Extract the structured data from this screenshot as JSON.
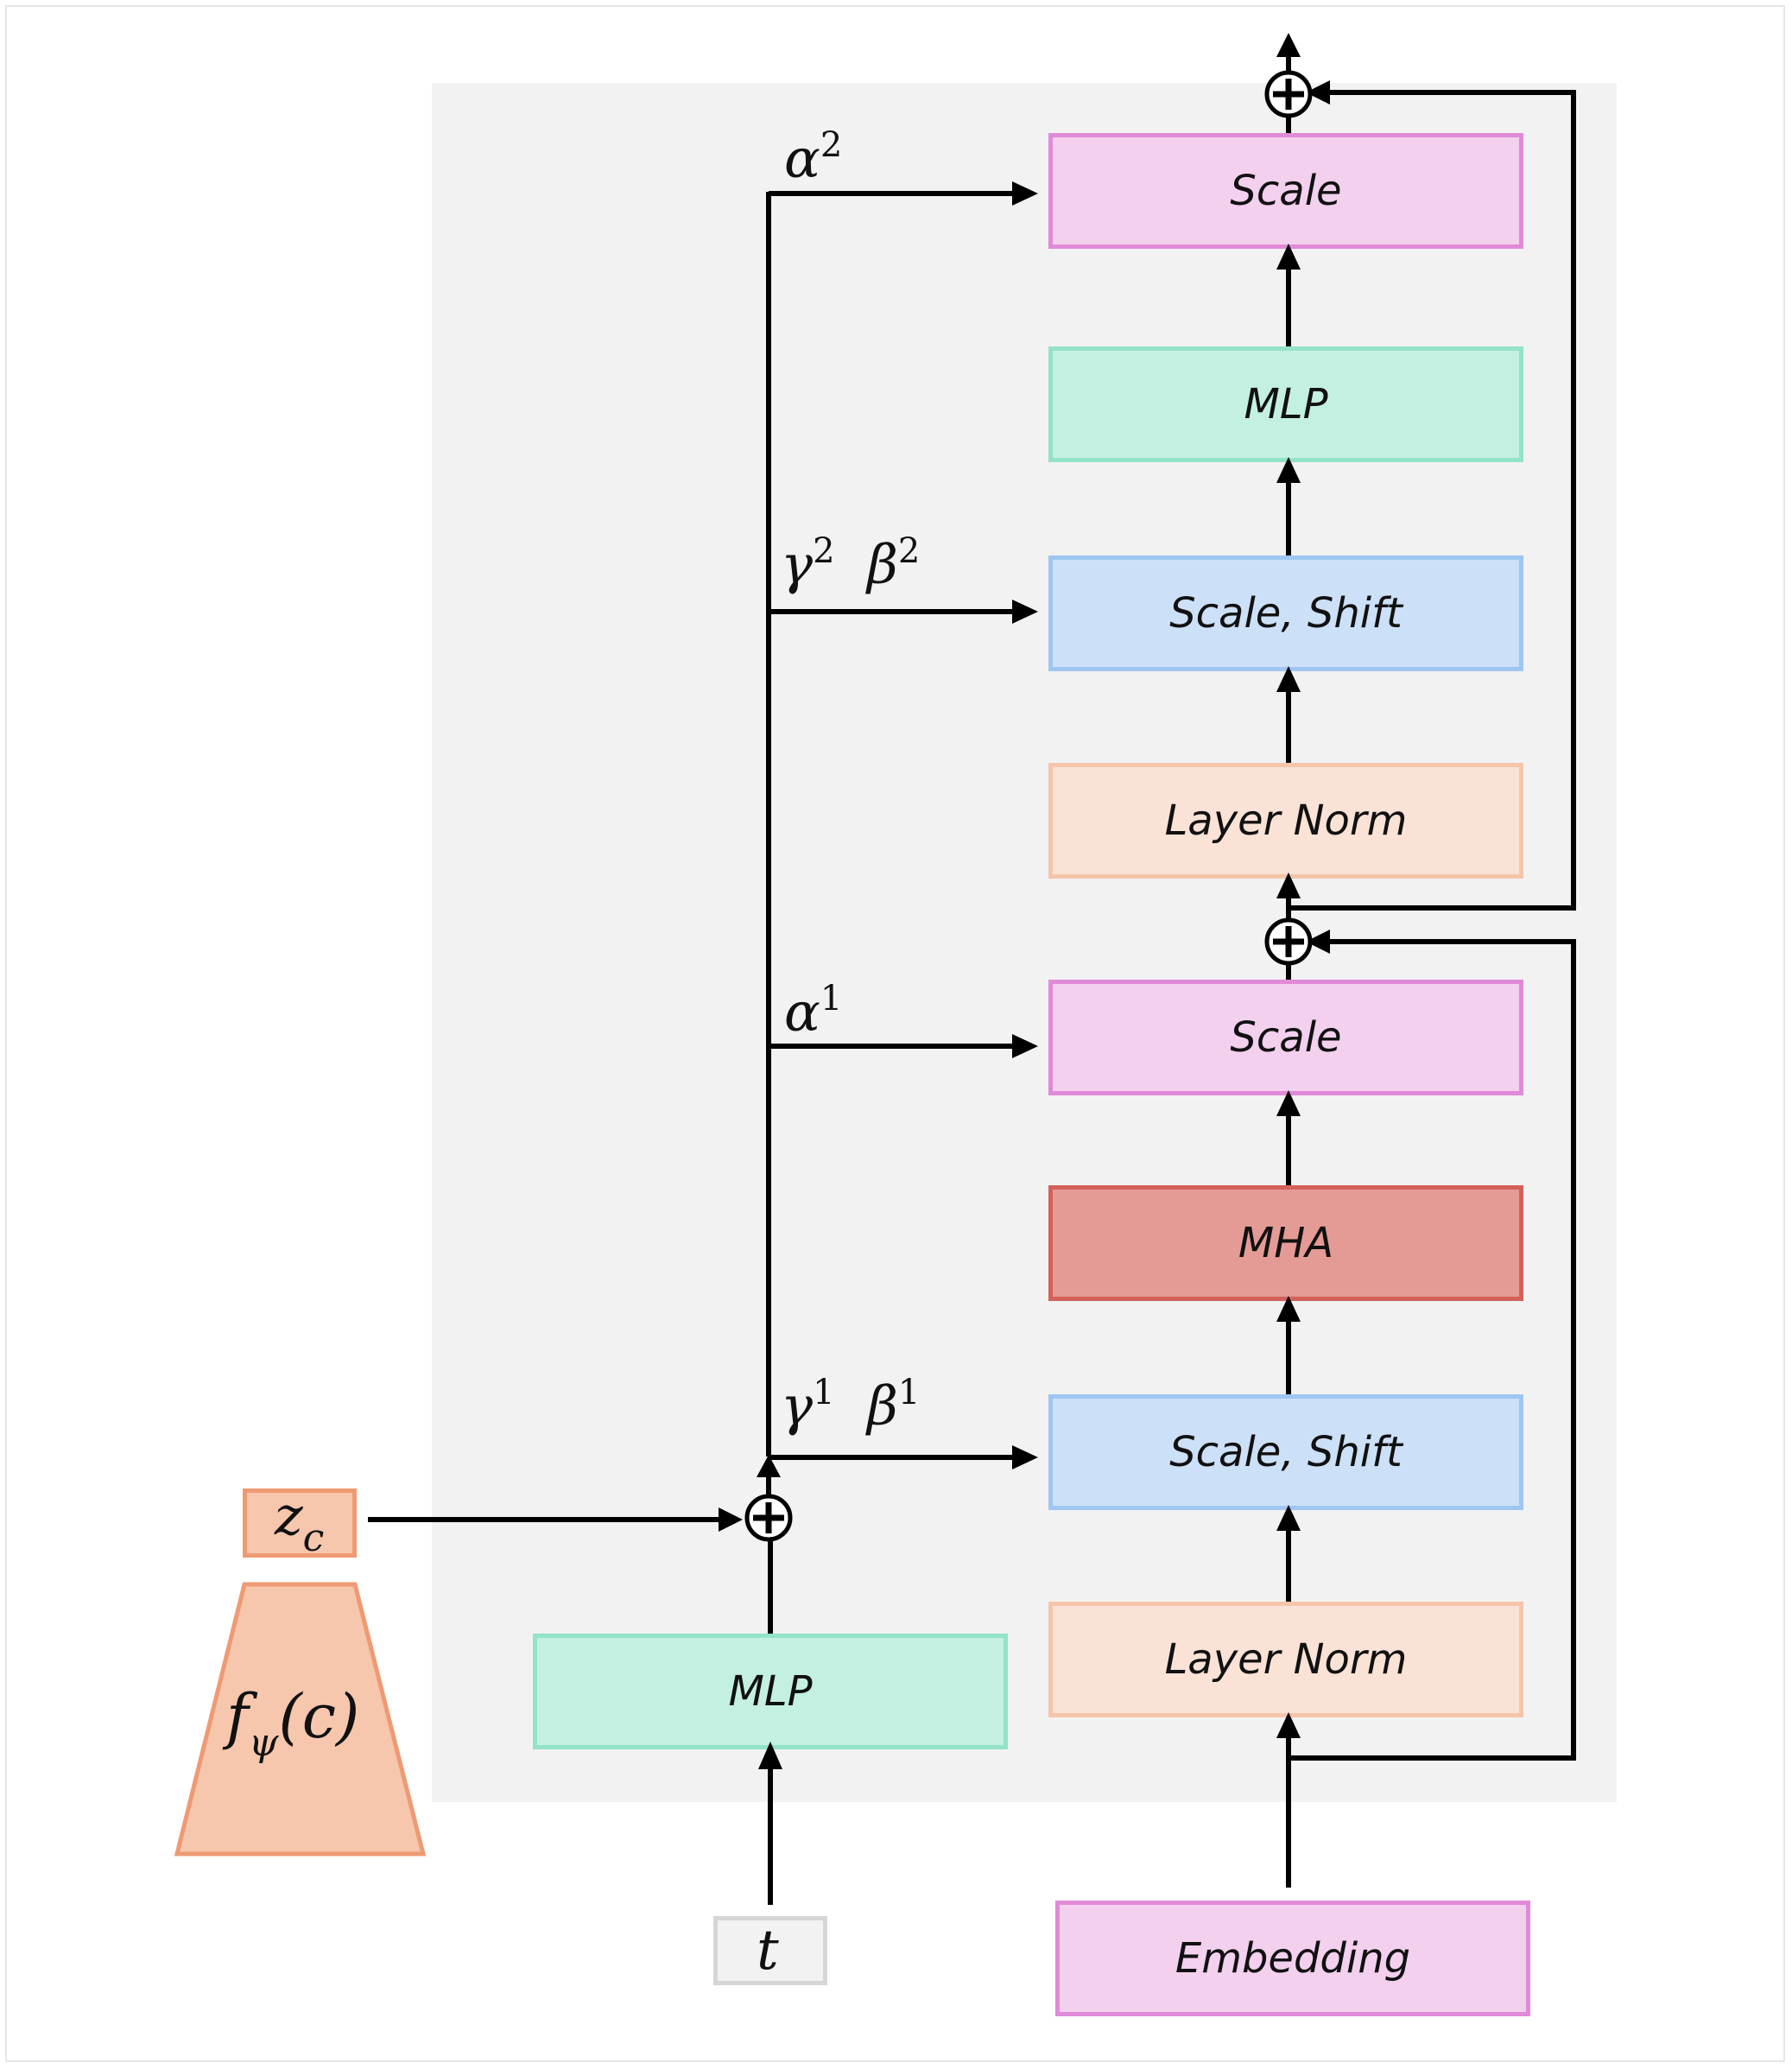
{
  "blocks": {
    "scale_top": "Scale",
    "mlp_top": "MLP",
    "scale_shift_top": "Scale, Shift",
    "layer_norm_top": "Layer Norm",
    "scale_mid": "Scale",
    "mha": "MHA",
    "scale_shift_bottom": "Scale, Shift",
    "layer_norm_bottom": "Layer Norm",
    "embedding": "Embedding",
    "mlp_time": "MLP"
  },
  "labels": {
    "alpha2": {
      "base": "α",
      "sup": "2"
    },
    "gamma2": {
      "base": "γ",
      "sup": "2"
    },
    "beta2": {
      "base": "β",
      "sup": "2"
    },
    "alpha1": {
      "base": "α",
      "sup": "1"
    },
    "gamma1": {
      "base": "γ",
      "sup": "1"
    },
    "beta1": {
      "base": "β",
      "sup": "1"
    },
    "t": "t",
    "zc": {
      "base": "z",
      "sub": "c"
    },
    "encoder": {
      "base": "f",
      "sub": "ψ",
      "args": "(c)"
    }
  },
  "colors": {
    "magenta_fill": "#f2d0ee",
    "green_fill": "#c4f0e2",
    "blue_fill": "#cce0f8",
    "peach_fill": "#fae2d6",
    "red_fill": "#e59b95",
    "orange_fill": "#f6c6ad",
    "panel": "#f2f2f2"
  }
}
